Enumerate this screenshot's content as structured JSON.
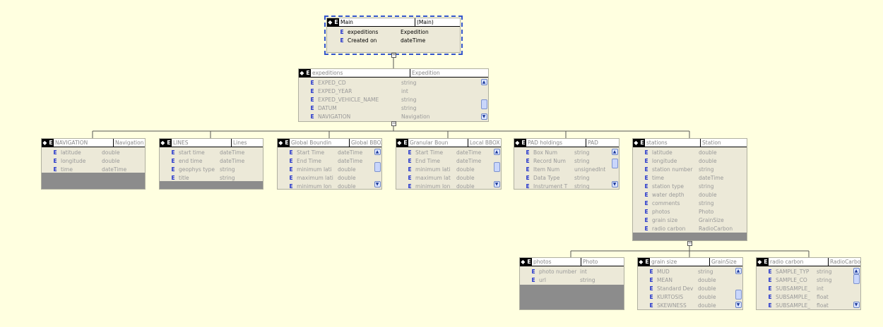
{
  "icons": {
    "header_icon_glyph": "◆ E",
    "element_glyph": "E",
    "expander_glyph": "−",
    "scroll_up_glyph": "▲",
    "scroll_down_glyph": "▼"
  },
  "colors": {
    "background": "#ffffe0",
    "box": "#ece9d8",
    "footer": "#8c8c8c",
    "element_letter": "#2233cc",
    "selection": "#3355cc"
  },
  "nodes": [
    {
      "id": "main",
      "name": "Main",
      "type": "(Main)",
      "selected": true,
      "rows": [
        {
          "name": "expeditions",
          "type": "Expedition"
        },
        {
          "name": "Created on",
          "type": "dateTime"
        }
      ]
    },
    {
      "id": "expeditions",
      "name": "expeditions",
      "type": "Expedition",
      "scroll": true,
      "rows": [
        {
          "name": "EXPED_CD",
          "type": "string"
        },
        {
          "name": "EXPED_YEAR",
          "type": "int"
        },
        {
          "name": "EXPED_VEHICLE_NAME",
          "type": "string"
        },
        {
          "name": "DATUM",
          "type": "string"
        },
        {
          "name": "NAVIGATION",
          "type": "Navigation"
        }
      ]
    },
    {
      "id": "navigation",
      "name": "NAVIGATION",
      "type": "Navigation",
      "rows": [
        {
          "name": "latitude",
          "type": "double"
        },
        {
          "name": "longitude",
          "type": "double"
        },
        {
          "name": "time",
          "type": "dateTime"
        }
      ]
    },
    {
      "id": "lines",
      "name": "LINES",
      "type": "Lines",
      "rows": [
        {
          "name": "start time",
          "type": "dateTime"
        },
        {
          "name": "end time",
          "type": "dateTime"
        },
        {
          "name": "geophys type",
          "type": "string"
        },
        {
          "name": "title",
          "type": "string"
        }
      ]
    },
    {
      "id": "global",
      "name": "Global Boundin",
      "type": "Global BBOX",
      "scroll": true,
      "rows": [
        {
          "name": "Start Time",
          "type": "dateTime"
        },
        {
          "name": "End Time",
          "type": "dateTime"
        },
        {
          "name": "minimum lati",
          "type": "double"
        },
        {
          "name": "maximum lati",
          "type": "double"
        },
        {
          "name": "minimum lon",
          "type": "double"
        }
      ]
    },
    {
      "id": "granular",
      "name": "Granular Boun",
      "type": "Local BBOX",
      "scroll": true,
      "rows": [
        {
          "name": "Start Time",
          "type": "dateTime"
        },
        {
          "name": "End Time",
          "type": "dateTime"
        },
        {
          "name": "minimum lati",
          "type": "double"
        },
        {
          "name": "maximum lat",
          "type": "double"
        },
        {
          "name": "minimum lon",
          "type": "double"
        }
      ]
    },
    {
      "id": "pad",
      "name": "PAD holdings",
      "type": "PAD",
      "scroll": true,
      "rows": [
        {
          "name": "Box Num",
          "type": "string"
        },
        {
          "name": "Record Num",
          "type": "string"
        },
        {
          "name": "Item Num",
          "type": "unsignedInt"
        },
        {
          "name": "Data Type",
          "type": "string"
        },
        {
          "name": "Instrument T",
          "type": "string"
        }
      ]
    },
    {
      "id": "stations",
      "name": "stations",
      "type": "Station",
      "rows": [
        {
          "name": "latitude",
          "type": "double"
        },
        {
          "name": "longitude",
          "type": "double"
        },
        {
          "name": "station number",
          "type": "string"
        },
        {
          "name": "time",
          "type": "dateTime"
        },
        {
          "name": "station type",
          "type": "string"
        },
        {
          "name": "water depth",
          "type": "double"
        },
        {
          "name": "comments",
          "type": "string"
        },
        {
          "name": "photos",
          "type": "Photo"
        },
        {
          "name": "grain size",
          "type": "GrainSize"
        },
        {
          "name": "radio carbon",
          "type": "RadioCarbon"
        }
      ]
    },
    {
      "id": "photos",
      "name": "photos",
      "type": "Photo",
      "rows": [
        {
          "name": "photo number",
          "type": "int"
        },
        {
          "name": "url",
          "type": "string"
        }
      ]
    },
    {
      "id": "grain",
      "name": "grain size",
      "type": "GrainSize",
      "scroll": true,
      "rows": [
        {
          "name": "MUD",
          "type": "string"
        },
        {
          "name": "MEAN",
          "type": "double"
        },
        {
          "name": "Standard Dev",
          "type": "double"
        },
        {
          "name": "KURTOSIS",
          "type": "double"
        },
        {
          "name": "SKEWNESS",
          "type": "double"
        }
      ]
    },
    {
      "id": "radio",
      "name": "radio carbon",
      "type": "RadioCarbon",
      "scroll": true,
      "rows": [
        {
          "name": "SAMPLE_TYP",
          "type": "string"
        },
        {
          "name": "SAMPLE_CO",
          "type": "string"
        },
        {
          "name": "SUBSAMPLE_",
          "type": "int"
        },
        {
          "name": "SUBSAMPLE_",
          "type": "float"
        },
        {
          "name": "SUBSAMPLE_",
          "type": "float"
        }
      ]
    }
  ]
}
